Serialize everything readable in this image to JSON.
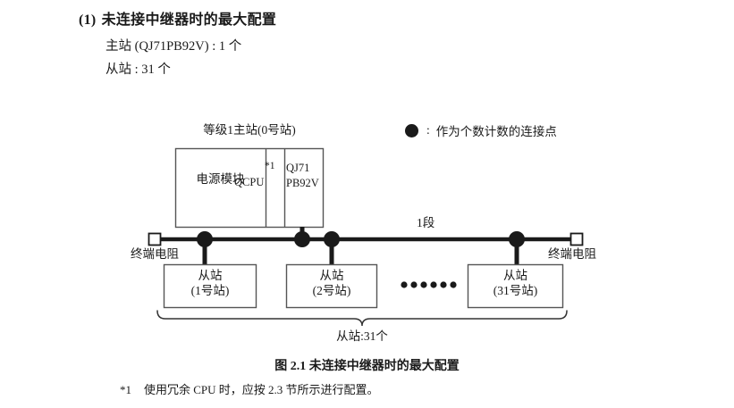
{
  "heading": {
    "number": "(1)",
    "title": "未连接中继器时的最大配置"
  },
  "spec_lines": {
    "master": "主站 (QJ71PB92V) : 1 个",
    "slave": "从站 : 31 个"
  },
  "legend": {
    "symbol": "●",
    "colon": ":",
    "text": "作为个数计数的连接点"
  },
  "diagram": {
    "master_title": "等级1主站(0号站)",
    "master_modules": {
      "power": "电源模块",
      "cpu": "QCPU",
      "cpu_footnote_mark": "*1",
      "network_line1": "QJ71",
      "network_line2": "PB92V"
    },
    "terminator_left": "终端电阻",
    "terminator_right": "终端电阻",
    "segment_label": "1段",
    "slaves": [
      {
        "line1": "从站",
        "line2": "(1号站)"
      },
      {
        "line1": "从站",
        "line2": "(2号站)"
      },
      {
        "line1": "从站",
        "line2": "(31号站)"
      }
    ],
    "ellipsis_dots": 6,
    "brace_label": "从站:31个"
  },
  "figure_caption": "图 2.1  未连接中继器时的最大配置",
  "footnote": {
    "mark": "*1",
    "text": "使用冗余 CPU 时，应按 2.3 节所示进行配置。"
  },
  "colors": {
    "ink": "#1a1a1a",
    "line": "#222222",
    "box_stroke": "#555555",
    "brace_stroke": "#333333",
    "page_bg": "#ffffff"
  }
}
